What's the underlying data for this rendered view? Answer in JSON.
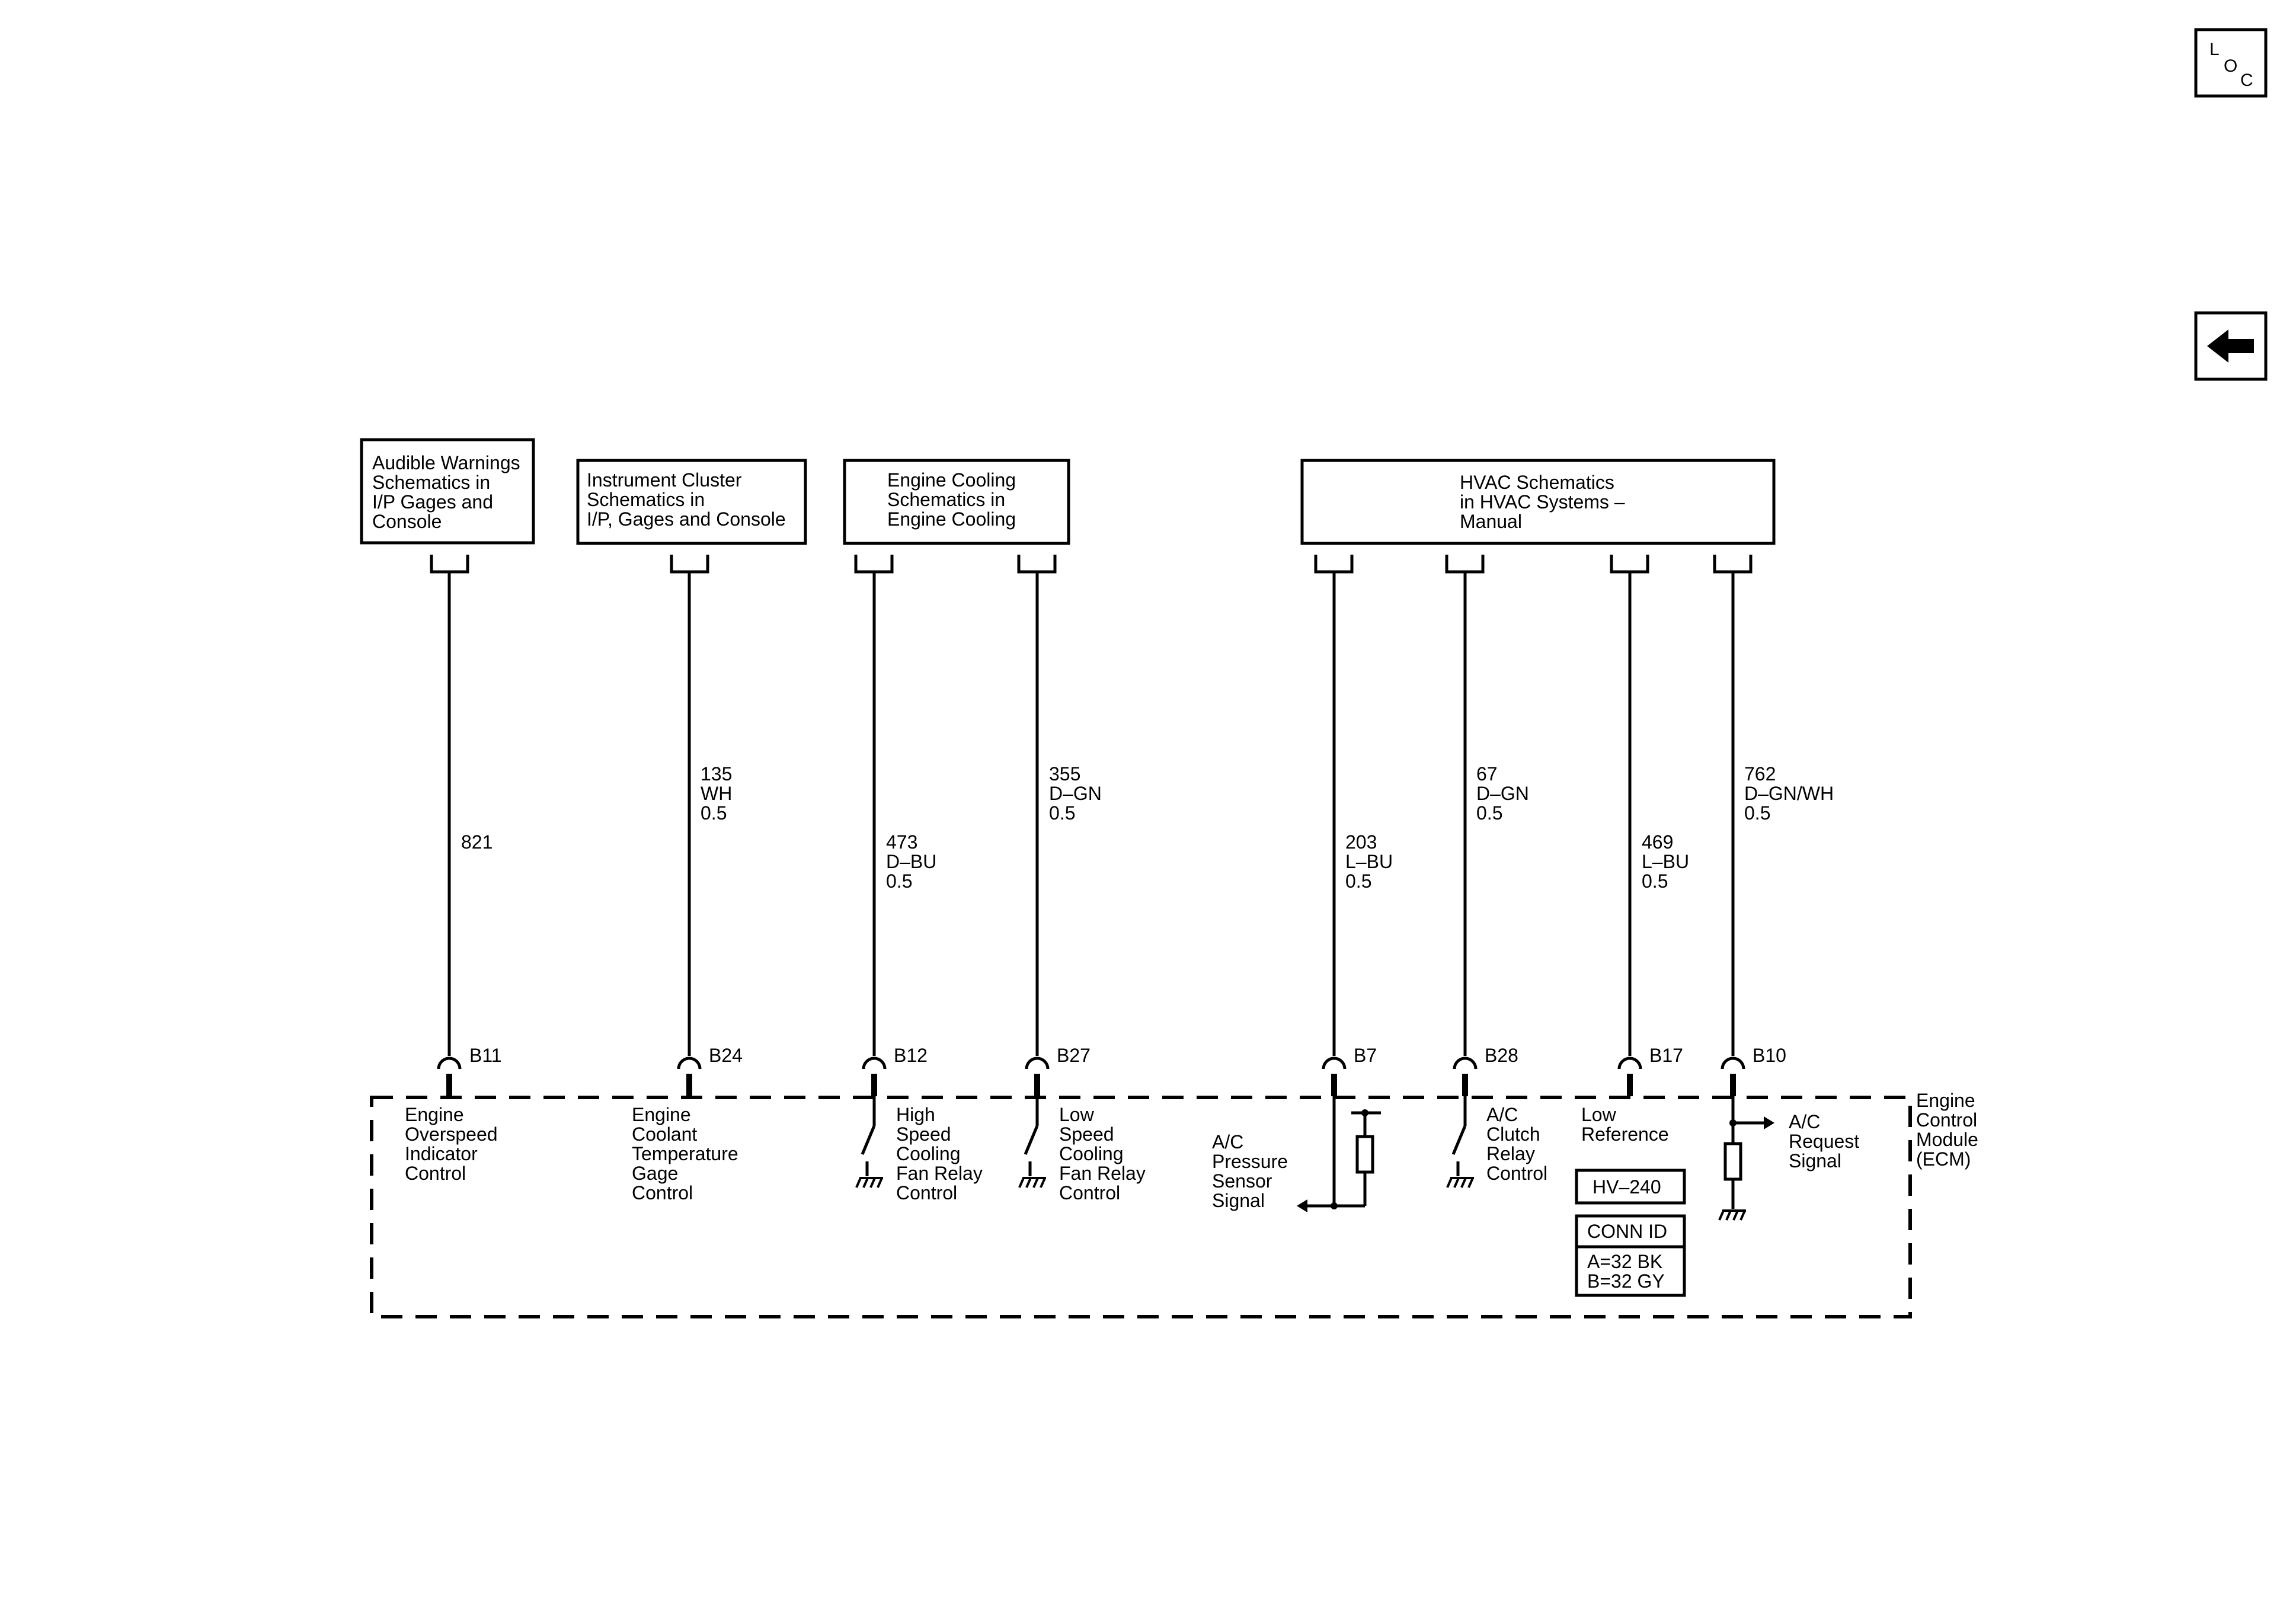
{
  "nav": {
    "loc_icon": "loc-icon",
    "loc_letters": [
      "L",
      "O",
      "C"
    ],
    "back_icon": "back-arrow-icon"
  },
  "references": [
    {
      "id": "audible",
      "lines": [
        "Audible Warnings",
        "Schematics in",
        "I/P Gages and",
        "Console"
      ]
    },
    {
      "id": "instrument",
      "lines": [
        "Instrument Cluster",
        "Schematics in",
        "I/P, Gages and Console"
      ]
    },
    {
      "id": "cooling",
      "lines": [
        "Engine Cooling",
        "Schematics in",
        "Engine Cooling"
      ]
    },
    {
      "id": "hvac",
      "lines": [
        "HVAC Schematics",
        "in HVAC Systems –",
        "Manual"
      ]
    }
  ],
  "circuits": [
    {
      "pin": "B11",
      "wire": [
        "821"
      ],
      "function": [
        "Engine",
        "Overspeed",
        "Indicator",
        "Control"
      ]
    },
    {
      "pin": "B24",
      "wire": [
        "135",
        "WH",
        "0.5"
      ],
      "function": [
        "Engine",
        "Coolant",
        "Temperature",
        "Gage",
        "Control"
      ]
    },
    {
      "pin": "B12",
      "wire": [
        "473",
        "D–BU",
        "0.5"
      ],
      "function": [
        "High",
        "Speed",
        "Cooling",
        "Fan Relay",
        "Control"
      ]
    },
    {
      "pin": "B27",
      "wire": [
        "355",
        "D–GN",
        "0.5"
      ],
      "function": [
        "Low",
        "Speed",
        "Cooling",
        "Fan Relay",
        "Control"
      ]
    },
    {
      "pin": "B7",
      "wire": [
        "203",
        "L–BU",
        "0.5"
      ],
      "function": [
        "A/C",
        "Pressure",
        "Sensor",
        "Signal"
      ]
    },
    {
      "pin": "B28",
      "wire": [
        "67",
        "D–GN",
        "0.5"
      ],
      "function": [
        "A/C",
        "Clutch",
        "Relay",
        "Control"
      ]
    },
    {
      "pin": "B17",
      "wire": [
        "469",
        "L–BU",
        "0.5"
      ],
      "function": [
        "Low",
        "Reference"
      ]
    },
    {
      "pin": "B10",
      "wire": [
        "762",
        "D–GN/WH",
        "0.5"
      ],
      "function": [
        "A/C",
        "Request",
        "Signal"
      ]
    }
  ],
  "module": {
    "name": [
      "Engine",
      "Control",
      "Module",
      "(ECM)"
    ],
    "connector": "HV–240",
    "conn_id_header": "CONN ID",
    "conn_ids": [
      "A=32 BK",
      "B=32 GY"
    ]
  }
}
